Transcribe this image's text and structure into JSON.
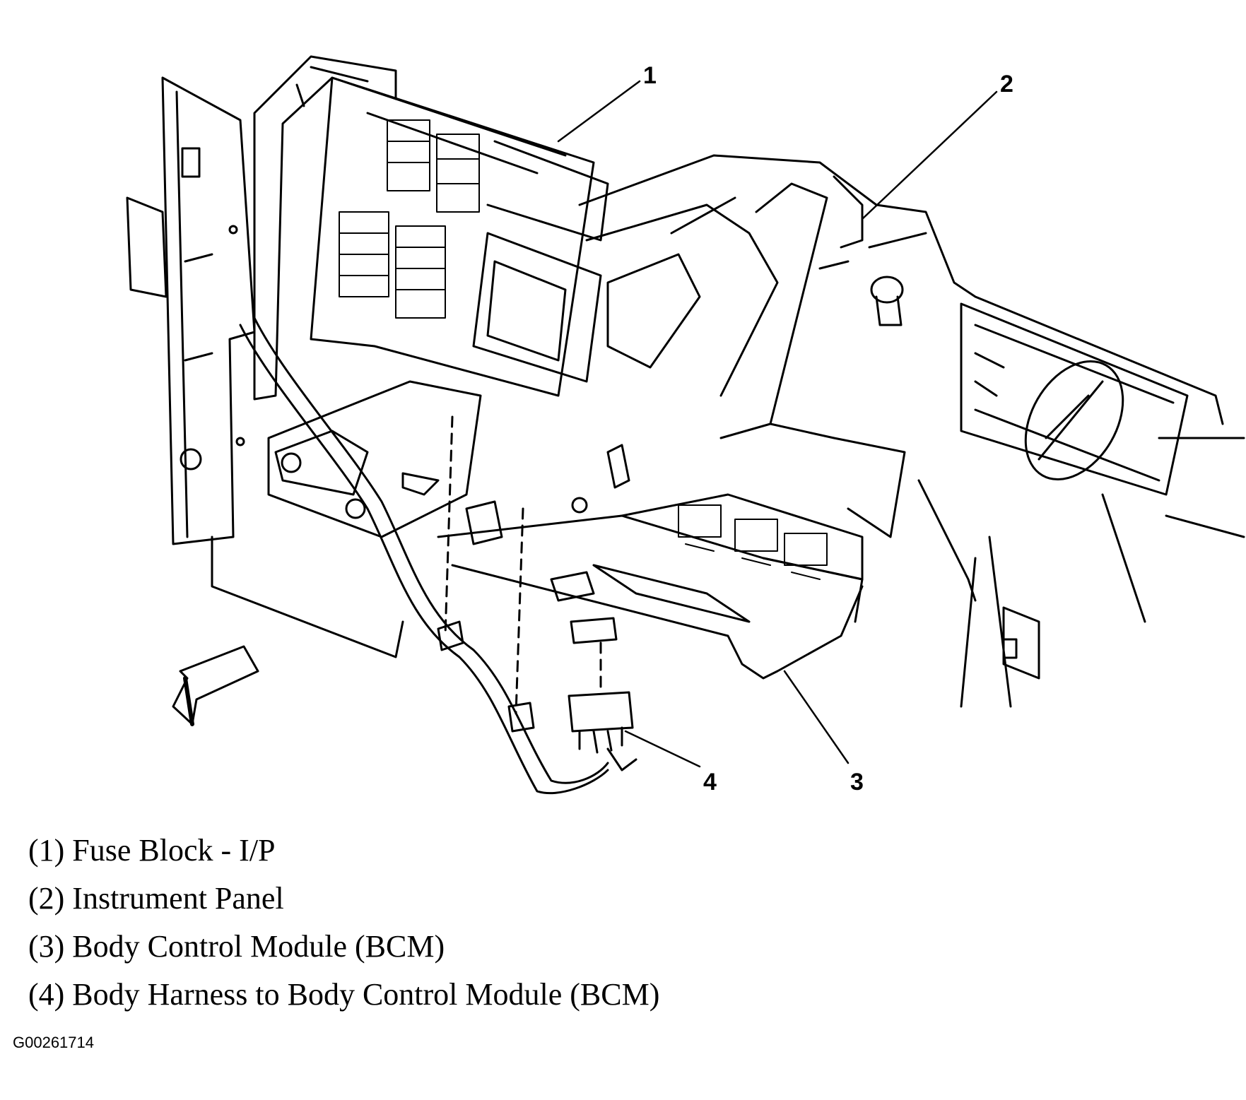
{
  "callouts": [
    {
      "number": "1"
    },
    {
      "number": "2"
    },
    {
      "number": "3"
    },
    {
      "number": "4"
    }
  ],
  "legend": [
    "(1) Fuse Block - I/P",
    "(2) Instrument Panel",
    "(3) Body Control Module (BCM)",
    "(4) Body Harness to Body Control Module (BCM)"
  ],
  "figure_id": "G00261714",
  "colors": {
    "line": "#000000",
    "background": "#ffffff"
  }
}
